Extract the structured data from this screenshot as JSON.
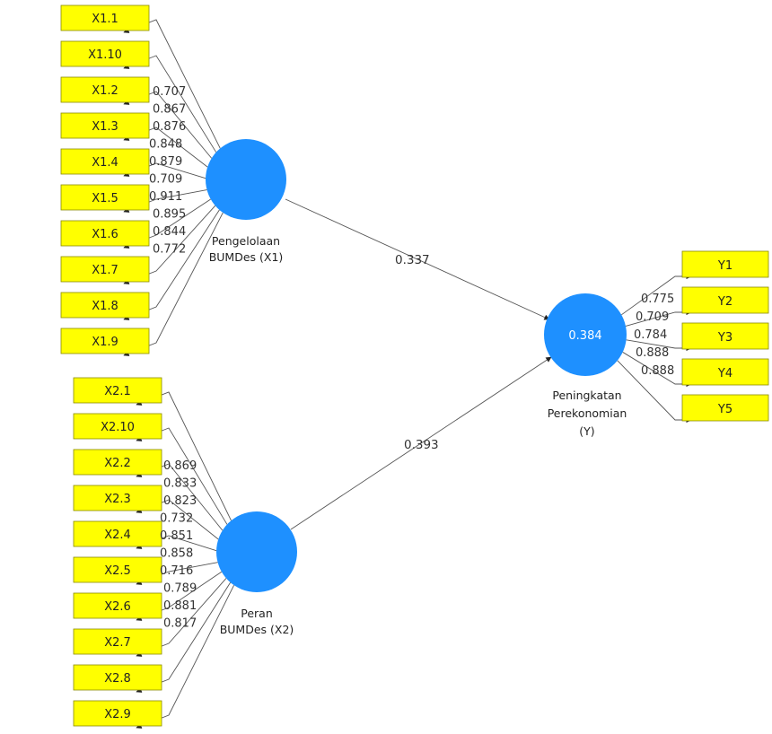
{
  "constructs": {
    "x1": {
      "label_line1": "Pengelolaan",
      "label_line2": "BUMDes (X1)"
    },
    "x2": {
      "label_line1": "Peran",
      "label_line2": "BUMDes (X2)"
    },
    "y": {
      "label_line1": "Peningkatan",
      "label_line2": "Perekonomian",
      "label_line3": "(Y)",
      "r_squared": "0.384"
    }
  },
  "colors": {
    "construct": "#1e90ff",
    "indicator": "#ffff00"
  },
  "paths": {
    "x1_to_y": "0.337",
    "x2_to_y": "0.393"
  },
  "indicators_x1": [
    {
      "name": "X1.1",
      "loading": ""
    },
    {
      "name": "X1.10",
      "loading": "0.707"
    },
    {
      "name": "X1.2",
      "loading": "0.867"
    },
    {
      "name": "X1.3",
      "loading": "0.876"
    },
    {
      "name": "X1.4",
      "loading": "0.848"
    },
    {
      "name": "X1.5",
      "loading": "0.879"
    },
    {
      "name": "X1.6",
      "loading": "0.709"
    },
    {
      "name": "X1.7",
      "loading": "0.911"
    },
    {
      "name": "X1.8",
      "loading": "0.895"
    },
    {
      "name": "X1.9",
      "loading": "0.844"
    }
  ],
  "x1_extra_loading": "0.772",
  "indicators_x2": [
    {
      "name": "X2.1",
      "loading": ""
    },
    {
      "name": "X2.10",
      "loading": "0.869"
    },
    {
      "name": "X2.2",
      "loading": "0.833"
    },
    {
      "name": "X2.3",
      "loading": "0.823"
    },
    {
      "name": "X2.4",
      "loading": "0.732"
    },
    {
      "name": "X2.5",
      "loading": "0.851"
    },
    {
      "name": "X2.6",
      "loading": "0.858"
    },
    {
      "name": "X2.7",
      "loading": "0.716"
    },
    {
      "name": "X2.8",
      "loading": "0.789"
    },
    {
      "name": "X2.9",
      "loading": "0.881"
    }
  ],
  "x2_extra_loading": "0.817",
  "indicators_y": [
    {
      "name": "Y1",
      "loading": "0.775"
    },
    {
      "name": "Y2",
      "loading": "0.709"
    },
    {
      "name": "Y3",
      "loading": "0.784"
    },
    {
      "name": "Y4",
      "loading": "0.888"
    },
    {
      "name": "Y5",
      "loading": "0.888"
    }
  ]
}
